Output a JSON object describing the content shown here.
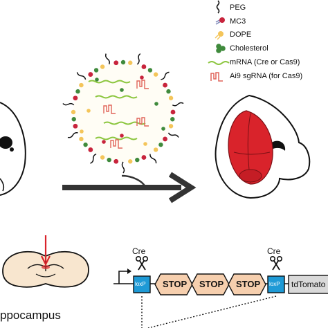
{
  "legend": {
    "peg": "PEG",
    "mc3": "MC3",
    "dope": "DOPE",
    "cholesterol": "Cholesterol",
    "mrna": "mRNA (Cre or Cas9)",
    "sgrna": "Ai9 sgRNA (for Cas9)"
  },
  "brain": {
    "region_label": "ppocampus"
  },
  "construct": {
    "cre_left": "Cre",
    "cre_right": "Cre",
    "loxp_left": "loxP",
    "loxp_right": "loxP",
    "stop_labels": [
      "STOP",
      "STOP",
      "STOP"
    ],
    "reporter": "tdTomato"
  },
  "colors": {
    "peg": "#111111",
    "mc3_head": "#c8243c",
    "mc3_tail": "#7b86b8",
    "dope": "#f4c55a",
    "cholesterol": "#3f8a3c",
    "mrna": "#8cc63f",
    "sgrna": "#e0645a",
    "brain_red": "#d9232b",
    "stop_fill": "#f6cfae",
    "loxp_fill": "#1e9ad6",
    "reporter_fill": "#d9d9d9",
    "brain_slice": "#f8e6cf",
    "arrow": "#333333"
  }
}
